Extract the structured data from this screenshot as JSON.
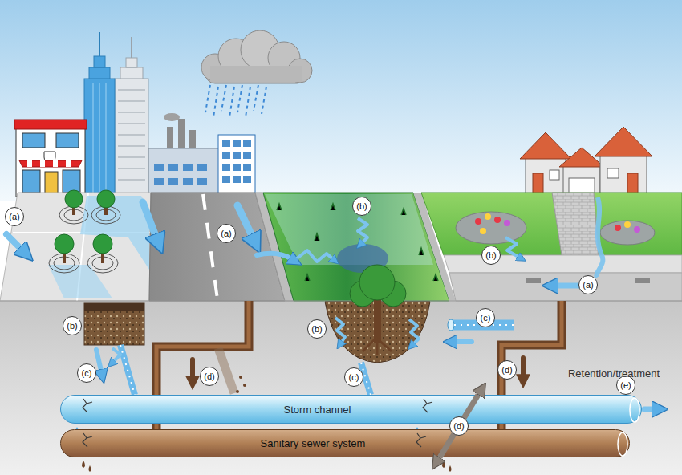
{
  "diagram": {
    "nodes": [
      {
        "text": [
          "Storm channel"
        ]
      },
      {
        "text": [
          "Sanitary sewer system"
        ]
      }
    ],
    "edges": [
      {
        "from": 0,
        "to": 1,
        "arrow": "both",
        "label": "(d)"
      }
    ],
    "labels": [
      "(a)",
      "(a)",
      "(a)",
      "(b)",
      "(b)",
      "(b)",
      "(b)",
      "(c)",
      "(c)",
      "(c)",
      "(d)",
      "(d)",
      "(e)",
      "Retention/treatment"
    ]
  }
}
